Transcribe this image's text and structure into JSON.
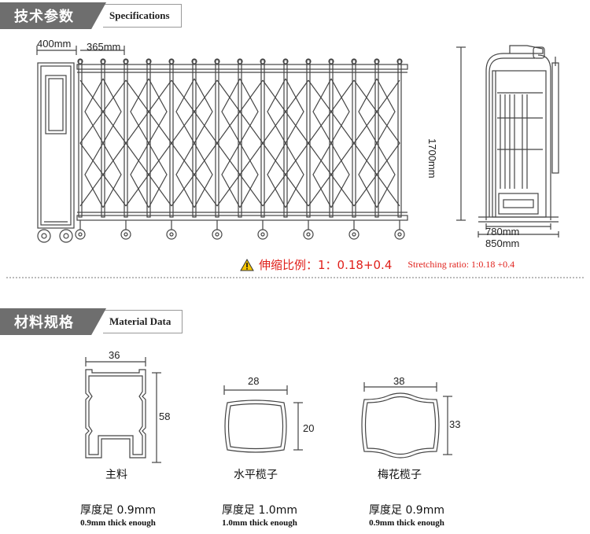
{
  "specs_header": {
    "cn": "技术参数",
    "en": "Specifications"
  },
  "gate_dims": {
    "post_width": "400mm",
    "section_width": "365mm",
    "height": "1700mm",
    "inner_width": "780mm",
    "outer_width": "850mm"
  },
  "ratio": {
    "cn": "伸缩比例：1：0.18+0.4",
    "en": "Stretching ratio: 1:0.18 +0.4"
  },
  "material_header": {
    "cn": "材料规格",
    "en": "Material Data"
  },
  "profiles": [
    {
      "name": "主料",
      "width": "36",
      "height": "58",
      "thick_cn": "厚度足 0.9mm",
      "thick_en": "0.9mm thick enough"
    },
    {
      "name": "水平榄子",
      "width": "28",
      "height": "20",
      "thick_cn": "厚度足 1.0mm",
      "thick_en": "1.0mm thick enough"
    },
    {
      "name": "梅花榄子",
      "width": "38",
      "height": "33",
      "thick_cn": "厚度足 0.9mm",
      "thick_en": "0.9mm thick enough"
    }
  ],
  "colors": {
    "accent_red": "#e0211c",
    "header_gray": "#6e6e6e",
    "line": "#444444"
  }
}
